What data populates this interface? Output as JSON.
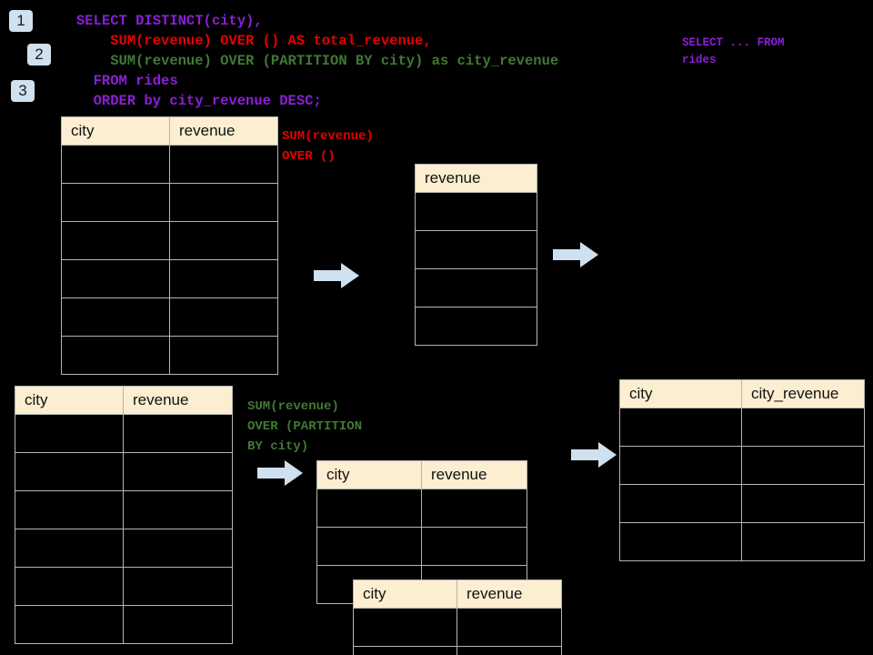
{
  "meta": {
    "background_color": "#000000",
    "header_color": "#fceed0",
    "border_color": "#b5b5b5",
    "badge_color": "#cfe0ef",
    "arrow_color": "#cfe0ef",
    "purple": "#8b1fd8",
    "red": "#e60000",
    "green": "#3f7a33"
  },
  "badges": [
    {
      "label": "1"
    },
    {
      "label": "2"
    },
    {
      "label": "3"
    }
  ],
  "query": {
    "lines": [
      {
        "text": "SELECT DISTINCT(city),",
        "color": "purple"
      },
      {
        "text": "    SUM(revenue) OVER () AS total_revenue,",
        "color": "red"
      },
      {
        "text": "    SUM(revenue) OVER (PARTITION BY city) as city_revenue",
        "color": "green"
      },
      {
        "text": "  FROM rides",
        "color": "purple"
      },
      {
        "text": "  ORDER by city_revenue DESC;",
        "color": "purple"
      }
    ]
  },
  "annotations": {
    "select_from": "SELECT ... FROM\nrides",
    "sum_over_empty": "SUM(revenue)\nOVER ()",
    "sum_over_partition": "SUM(revenue)\nOVER (PARTITION\nBY city)"
  },
  "tables": {
    "source_top": {
      "name": "rides-source-table-top",
      "headers": [
        "city",
        "revenue"
      ],
      "body_rows": 6
    },
    "total_revenue": {
      "name": "total-revenue-table",
      "headers": [
        "revenue"
      ],
      "body_rows": 4
    },
    "source_bottom": {
      "name": "rides-source-table-bottom",
      "headers": [
        "city",
        "revenue"
      ],
      "body_rows": 6
    },
    "partition_a": {
      "name": "partition-group-table-a",
      "headers": [
        "city",
        "revenue"
      ],
      "body_rows": 3
    },
    "partition_b": {
      "name": "partition-group-table-b",
      "headers": [
        "city",
        "revenue"
      ],
      "body_rows": 2
    },
    "result": {
      "name": "city-revenue-result-table",
      "headers": [
        "city",
        "city_revenue"
      ],
      "body_rows": 4
    }
  },
  "arrows": [
    {
      "name": "arrow-source-to-total"
    },
    {
      "name": "arrow-total-to-result"
    },
    {
      "name": "arrow-source-to-partition"
    },
    {
      "name": "arrow-partition-to-result"
    }
  ]
}
